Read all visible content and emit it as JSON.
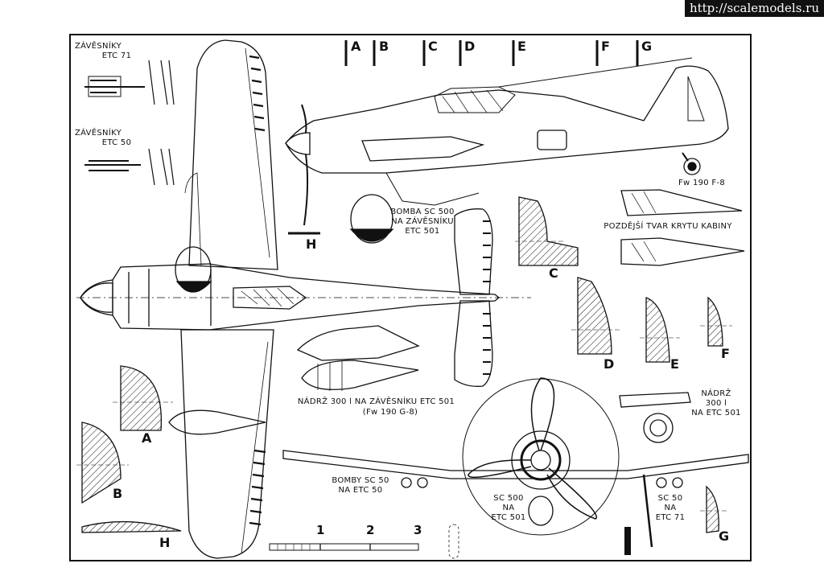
{
  "watermark": "http://scalemodels.ru",
  "labels": {
    "etc71_title": "ZÁVĚSNÍKY",
    "etc71_sub": "ETC 71",
    "etc50_title": "ZÁVĚSNÍKY",
    "etc50_sub": "ETC 50",
    "variant": "Fw 190 F-8",
    "bomb_sc500_1": "BOMBA SC 500",
    "bomb_sc500_2": "NA ZÁVĚSNÍKU",
    "bomb_sc500_3": "ETC 501",
    "canopy_1": "POZDĚJŠÍ TVAR KRYTU KABINY",
    "tank_1": "NÁDRŽ 300 l NA ZÁVĚSNÍKU ETC 501",
    "tank_2": "(Fw 190 G-8)",
    "tank_r1": "NÁDRŽ",
    "tank_r2": "300 l",
    "tank_r3": "NA ETC 501",
    "bomby_1": "BOMBY SC 50",
    "bomby_2": "NA ETC 50",
    "front_sc500_1": "SC 500",
    "front_sc500_2": "NA",
    "front_sc500_3": "ETC 501",
    "front_sc50_1": "SC 50",
    "front_sc50_2": "NA",
    "front_sc50_3": "ETC 71"
  },
  "sections": {
    "top": [
      "A",
      "B",
      "C",
      "D",
      "E",
      "F",
      "G"
    ],
    "H_top": "H",
    "C": "C",
    "D": "D",
    "E": "E",
    "F": "F",
    "A": "A",
    "B": "B",
    "H": "H",
    "G": "G"
  },
  "scale": [
    "1",
    "2",
    "3"
  ]
}
